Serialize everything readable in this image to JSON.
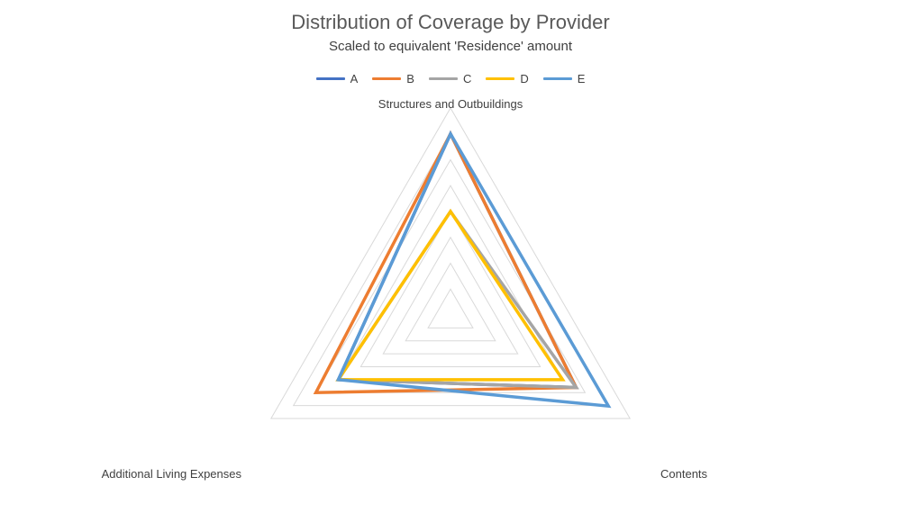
{
  "chart_data": {
    "type": "radar",
    "title": "Distribution of Coverage by Provider",
    "subtitle": "Scaled to equivalent 'Residence' amount",
    "axes": [
      "Structures and Outbuildings",
      "Contents",
      "Additional Living Expenses"
    ],
    "range": [
      0,
      1
    ],
    "rings": 8,
    "grid": true,
    "legend_position": "top",
    "series": [
      {
        "name": "A",
        "color": "#4472c4",
        "values": [
          0.875,
          0.7,
          0.625
        ]
      },
      {
        "name": "B",
        "color": "#ed7d31",
        "values": [
          0.875,
          0.7,
          0.75
        ]
      },
      {
        "name": "C",
        "color": "#a5a5a5",
        "values": [
          0.5,
          0.7,
          0.625
        ]
      },
      {
        "name": "D",
        "color": "#ffc000",
        "values": [
          0.5,
          0.625,
          0.625
        ]
      },
      {
        "name": "E",
        "color": "#5b9bd5",
        "values": [
          0.875,
          0.88,
          0.625
        ]
      }
    ]
  }
}
